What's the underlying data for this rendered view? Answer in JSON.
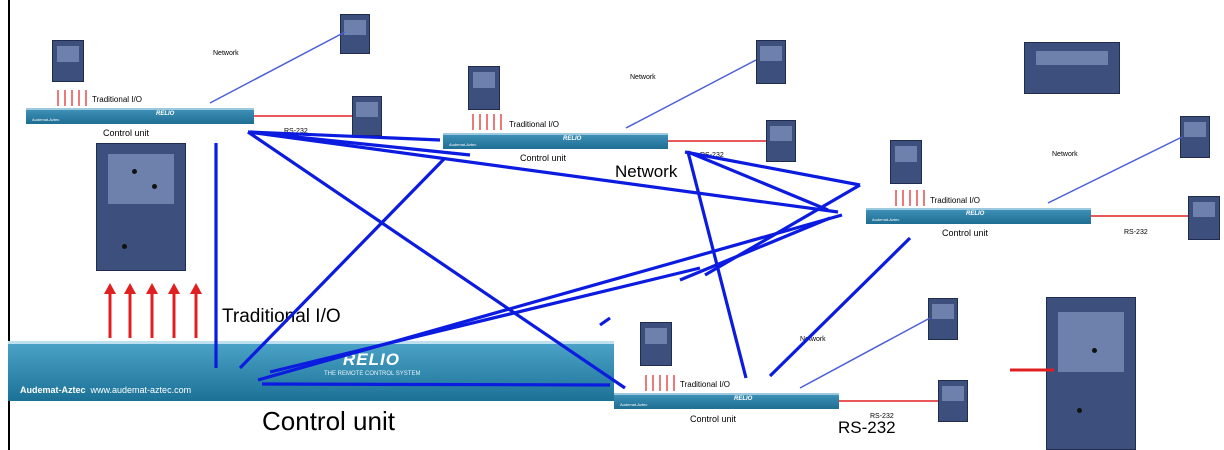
{
  "labels": {
    "network": "Network",
    "traditional_io": "Traditional I/O",
    "control_unit": "Control unit",
    "rs232": "RS-232",
    "network_big": "Network",
    "traditional_io_big": "Traditional I/O",
    "control_unit_big": "Control unit",
    "rs232_big": "RS-232"
  },
  "unit": {
    "logo": "RELIO",
    "tagline": "THE REMOTE CONTROL SYSTEM",
    "brand": "Audemat-Aztec",
    "url": "www.audemat-aztec.com"
  },
  "colors": {
    "interconnect": "#0b1be0",
    "network_line": "#4a5fd8",
    "rs232_line": "#e02020",
    "io_arrow": "#e02020",
    "unit_bar": "#2a7fa8",
    "rack": "#3d4f7c"
  }
}
